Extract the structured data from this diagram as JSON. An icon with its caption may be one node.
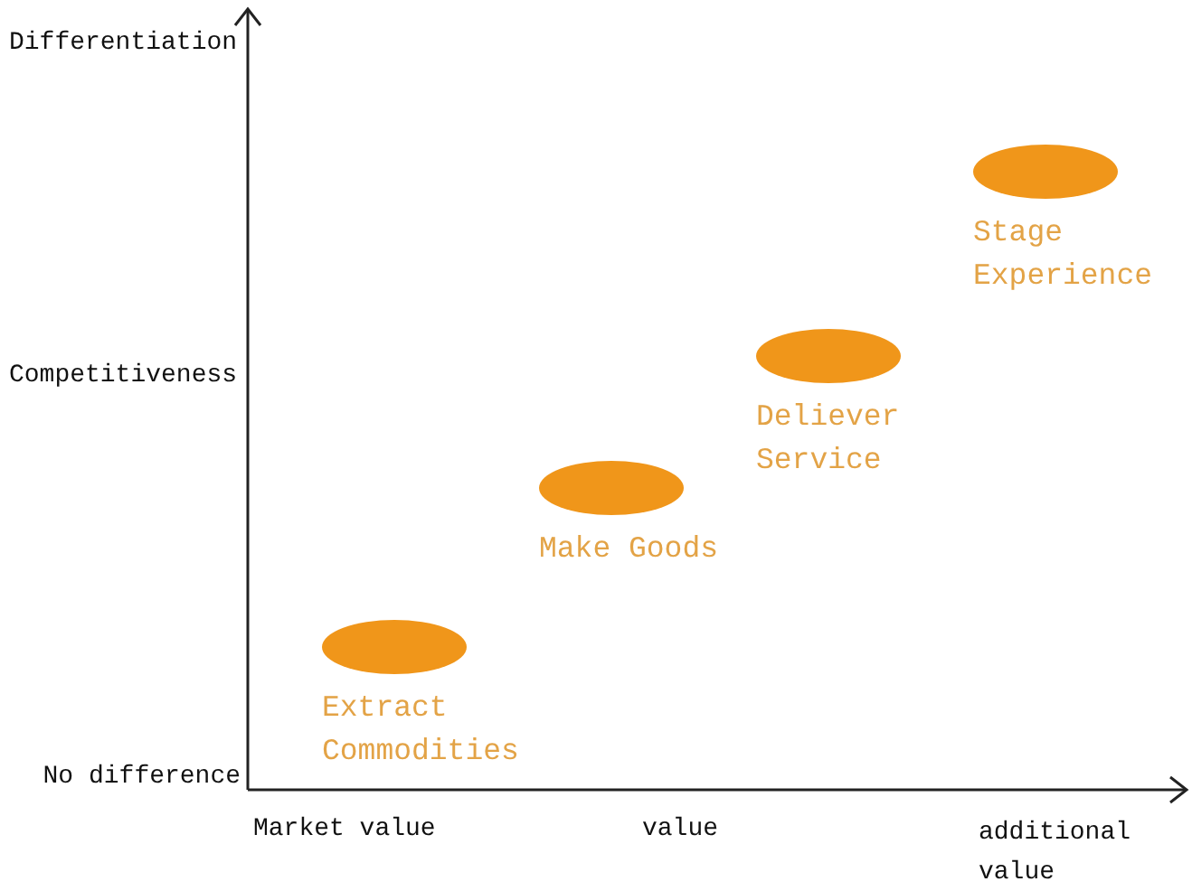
{
  "diagram": {
    "nodes": [
      {
        "text": [
          "Extract Commodities"
        ]
      },
      {
        "text": [
          "Make Goods"
        ]
      },
      {
        "text": [
          "Deliever Service"
        ]
      },
      {
        "text": [
          "Stage Experience"
        ]
      }
    ],
    "labels": [
      "Differentiation",
      "Competitiveness",
      "No difference",
      "Market value",
      "value",
      "additional value"
    ]
  }
}
